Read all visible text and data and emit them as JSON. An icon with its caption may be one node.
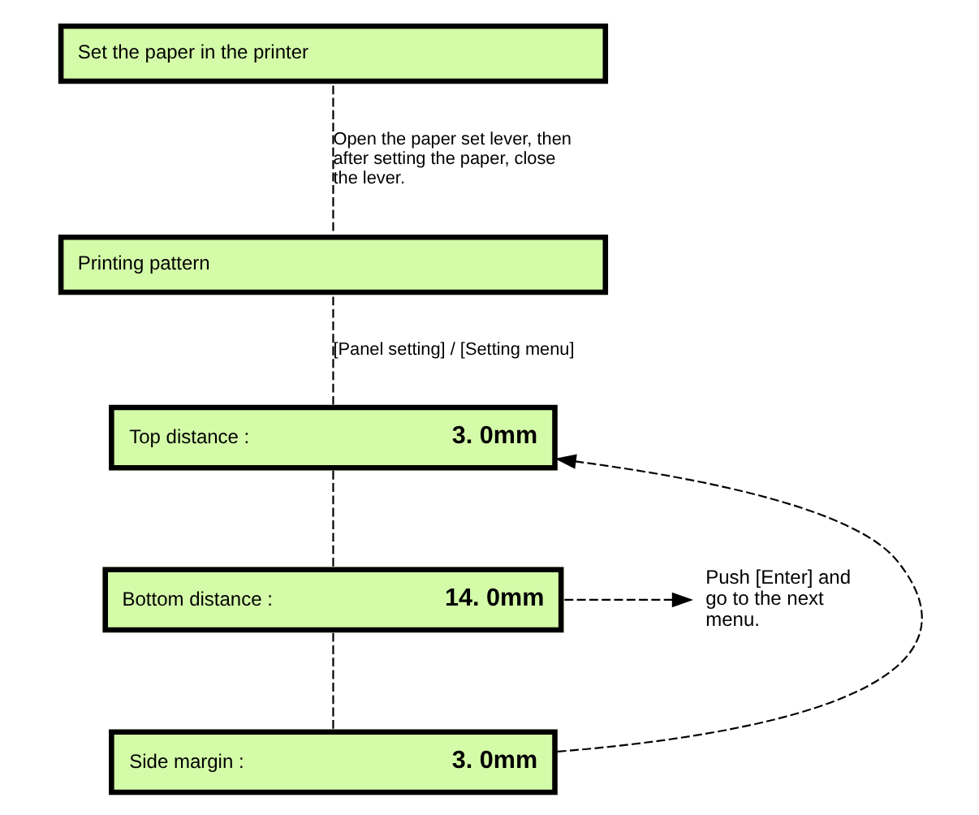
{
  "diagram": {
    "nodes": [
      {
        "text": [
          "Set the paper in the printer"
        ]
      },
      {
        "text": [
          "Printing pattern"
        ]
      },
      {
        "text": [
          "Top distance :",
          "3. 0mm"
        ]
      },
      {
        "text": [
          "Bottom distance :",
          "14. 0mm"
        ]
      },
      {
        "text": [
          "Side margin :",
          "3. 0mm"
        ]
      },
      {
        "text": [
          "Push [Enter] and go to the next menu."
        ]
      }
    ],
    "edges": [
      {
        "from": 0,
        "to": 1,
        "arrow": "none",
        "style": "dashed",
        "label": "Open the paper set lever, then after setting the paper, close the lever."
      },
      {
        "from": 1,
        "to": 2,
        "arrow": "none",
        "style": "dashed",
        "label": "[Panel setting] / [Setting menu]"
      },
      {
        "from": 2,
        "to": 3,
        "arrow": "none",
        "style": "dashed"
      },
      {
        "from": 3,
        "to": 4,
        "arrow": "none",
        "style": "dashed"
      },
      {
        "from": 4,
        "to": 2,
        "arrow": "to",
        "style": "dashed"
      },
      {
        "from": 3,
        "to": 5,
        "arrow": "to",
        "style": "dashed"
      }
    ]
  }
}
